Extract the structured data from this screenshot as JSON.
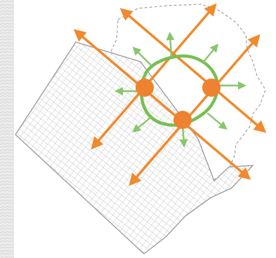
{
  "colors": {
    "grid_fill": "#ffffff",
    "grid_line": "#c9c9c9",
    "grid_outline": "#a8a8a8",
    "dashed_outline": "#9a9a9a",
    "axis_orange": "#f08a2c",
    "node_orange": "#ee8230",
    "ring_green": "#77bf52",
    "spoke_green": "#86c76a",
    "left_strip": "#e8e8e8"
  },
  "nodes": [
    {
      "name": "west"
    },
    {
      "name": "east"
    },
    {
      "name": "south"
    }
  ],
  "axes": [
    {
      "name": "northwest-southeast"
    },
    {
      "name": "northeast-southwest"
    },
    {
      "name": "west-diagonal-left"
    },
    {
      "name": "east-diagonal-right"
    }
  ],
  "green_spokes_count_note": ""
}
